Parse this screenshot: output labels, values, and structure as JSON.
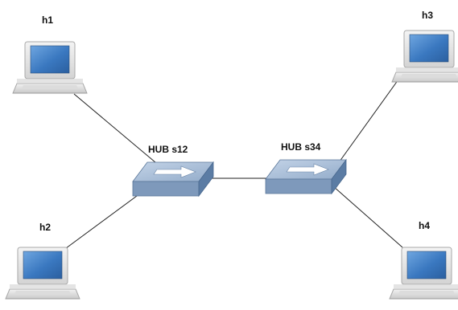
{
  "hosts": [
    {
      "id": "h1",
      "label": "h1"
    },
    {
      "id": "h2",
      "label": "h2"
    },
    {
      "id": "h3",
      "label": "h3"
    },
    {
      "id": "h4",
      "label": "h4"
    }
  ],
  "hubs": [
    {
      "id": "s12",
      "label": "HUB s12"
    },
    {
      "id": "s34",
      "label": "HUB s34"
    }
  ],
  "links": [
    [
      "h1",
      "s12"
    ],
    [
      "h2",
      "s12"
    ],
    [
      "s12",
      "s34"
    ],
    [
      "s34",
      "h3"
    ],
    [
      "s34",
      "h4"
    ]
  ],
  "colors": {
    "hub_top": "#a9bfd9",
    "hub_front": "#7f99ba",
    "hub_side": "#5d7ea5",
    "screen": "#3f7ec4",
    "laptop_body": "#e6e6e6"
  }
}
